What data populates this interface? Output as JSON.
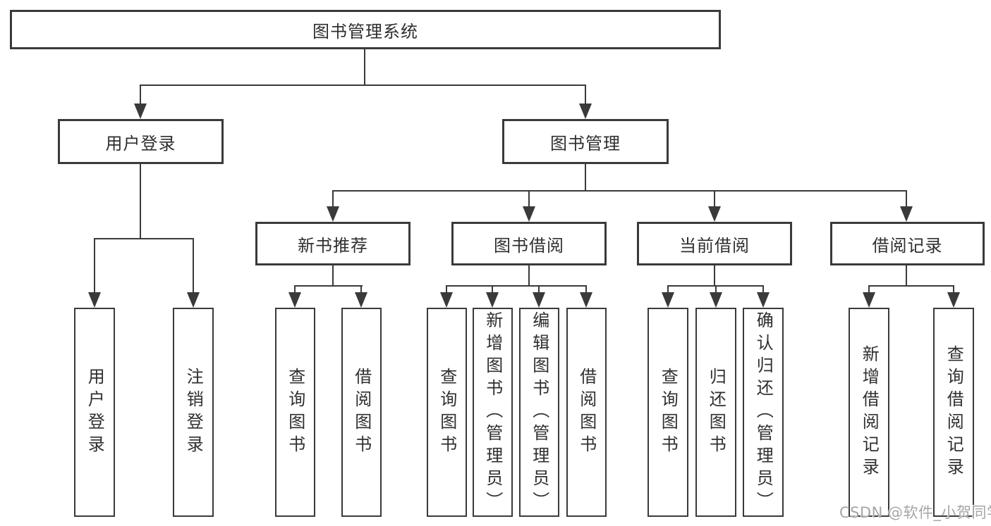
{
  "diagram": {
    "tree": {
      "label": "图书管理系统",
      "children": [
        {
          "label": "用户登录",
          "children": [
            {
              "label": "用户登录"
            },
            {
              "label": "注销登录"
            }
          ]
        },
        {
          "label": "图书管理",
          "children": [
            {
              "label": "新书推荐",
              "children": [
                {
                  "label": "查询图书"
                },
                {
                  "label": "借阅图书"
                }
              ]
            },
            {
              "label": "图书借阅",
              "children": [
                {
                  "label": "查询图书"
                },
                {
                  "label": "新增图书（管理员）"
                },
                {
                  "label": "编辑图书（管理员）"
                },
                {
                  "label": "借阅图书"
                }
              ]
            },
            {
              "label": "当前借阅",
              "children": [
                {
                  "label": "查询图书"
                },
                {
                  "label": "归还图书"
                },
                {
                  "label": "确认归还（管理员）"
                }
              ]
            },
            {
              "label": "借阅记录",
              "children": [
                {
                  "label": "新增借阅记录"
                },
                {
                  "label": "查询借阅记录"
                }
              ]
            }
          ]
        }
      ]
    },
    "colors": {
      "line": "#3a3a3a",
      "text": "#2f2f2f",
      "background": "#ffffff",
      "watermark": "#a6a6a6"
    }
  },
  "watermark": {
    "text": "CSDN @软件_小贺同学"
  }
}
